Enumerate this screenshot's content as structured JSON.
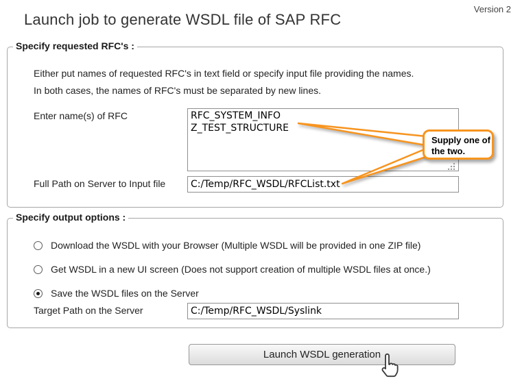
{
  "page": {
    "version_label": "Version 2",
    "title": "Launch job to generate WSDL file of SAP RFC"
  },
  "rfc_section": {
    "legend": "Specify requested RFC's :",
    "instruction_line1": "Either put names of requested RFC's in text field or specify input file providing the names.",
    "instruction_line2": "In both cases, the names of RFC's must be separated by new lines.",
    "rfc_names_label": "Enter name(s) of RFC",
    "rfc_names_value": "RFC_SYSTEM_INFO\nZ_TEST_STRUCTURE",
    "input_file_label": "Full Path on Server to Input file",
    "input_file_value": "C:/Temp/RFC_WSDL/RFCList.txt",
    "callout_text": "Supply one of the two."
  },
  "output_section": {
    "legend": "Specify output options :",
    "options": [
      {
        "label": "Download the WSDL with your Browser (Multiple WSDL will be provided in one ZIP file)",
        "selected": false
      },
      {
        "label": "Get WSDL in a new UI screen (Does not support creation of multiple WSDL files at once.)",
        "selected": false
      },
      {
        "label": "Save the WSDL files on the Server",
        "selected": true
      }
    ],
    "target_path_label": "Target Path on the Server",
    "target_path_value": "C:/Temp/RFC_WSDL/Syslink"
  },
  "submit": {
    "button_label": "Launch WSDL generation"
  },
  "colors": {
    "accent_orange": "#F7941E"
  }
}
